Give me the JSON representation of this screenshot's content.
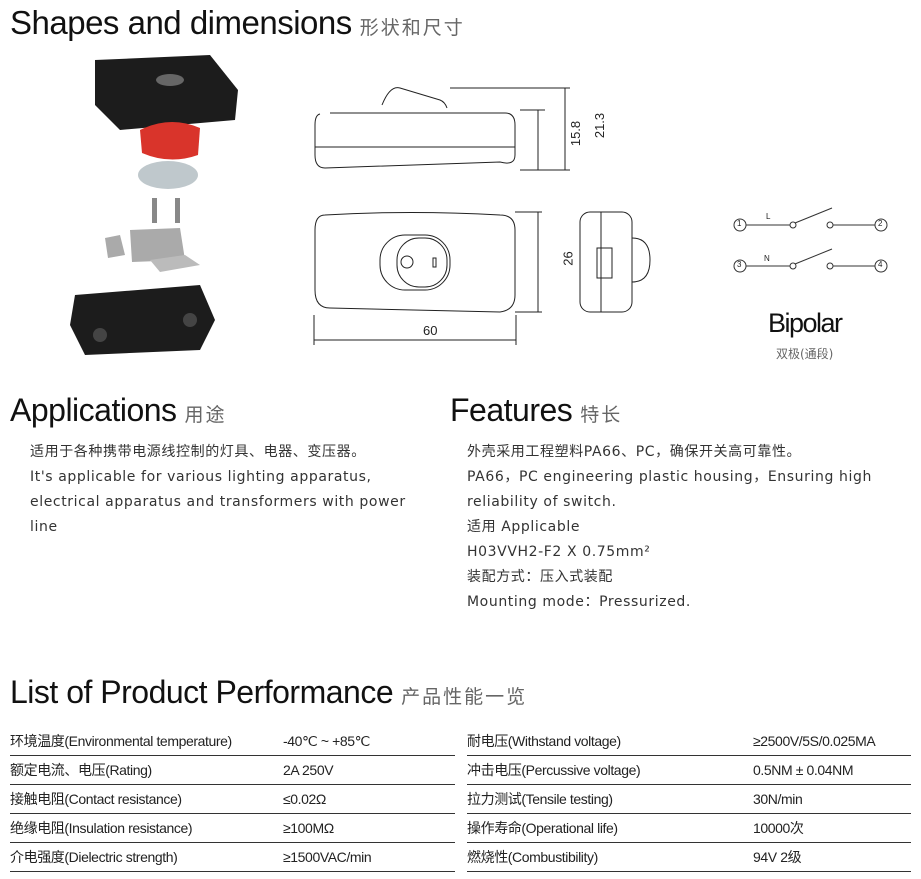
{
  "shapes": {
    "title": "Shapes and dimensions",
    "title_cn": "形状和尺寸"
  },
  "dims": {
    "height_body": "15.8",
    "height_total": "21.3",
    "width": "26",
    "length": "60"
  },
  "wiring": {
    "terminals": [
      "1",
      "2",
      "3",
      "4"
    ],
    "line_labels": [
      "L",
      "N"
    ],
    "type": "Bipolar",
    "type_cn": "双极(通段)"
  },
  "applications": {
    "title": "Applications",
    "title_cn": "用途",
    "lines": [
      "适用于各种携带电源线控制的灯具、电器、变压器。",
      "It's applicable for various lighting apparatus,",
      "electrical apparatus and transformers with power",
      "line"
    ]
  },
  "features": {
    "title": "Features",
    "title_cn": "特长",
    "lines": [
      "外壳采用工程塑料PA66、PC，确保开关高可靠性。",
      "PA66，PC engineering plastic housing，Ensuring high",
      "reliability of switch.",
      "适用 Applicable",
      "H03VVH2-F2 X 0.75mm²",
      "装配方式：压入式装配",
      "Mounting mode：Pressurized."
    ]
  },
  "performance": {
    "title": "List of Product Performance",
    "title_cn": "产品性能一览",
    "left": [
      [
        "环境温度(Environmental temperature)",
        "-40℃ ~ +85℃"
      ],
      [
        "额定电流、电压(Rating)",
        "2A 250V"
      ],
      [
        "接触电阻(Contact resistance)",
        "≤0.02Ω"
      ],
      [
        "绝缘电阻(Insulation resistance)",
        "≥100MΩ"
      ],
      [
        "介电强度(Dielectric strength)",
        "≥1500VAC/min"
      ]
    ],
    "right": [
      [
        "耐电压(Withstand voltage)",
        "≥2500V/5S/0.025MA"
      ],
      [
        "冲击电压(Percussive voltage)",
        "0.5NM ± 0.04NM"
      ],
      [
        "拉力测试(Tensile testing)",
        "30N/min"
      ],
      [
        "操作寿命(Operational life)",
        "10000次"
      ],
      [
        "燃烧性(Combustibility)",
        "94V 2级"
      ]
    ]
  }
}
